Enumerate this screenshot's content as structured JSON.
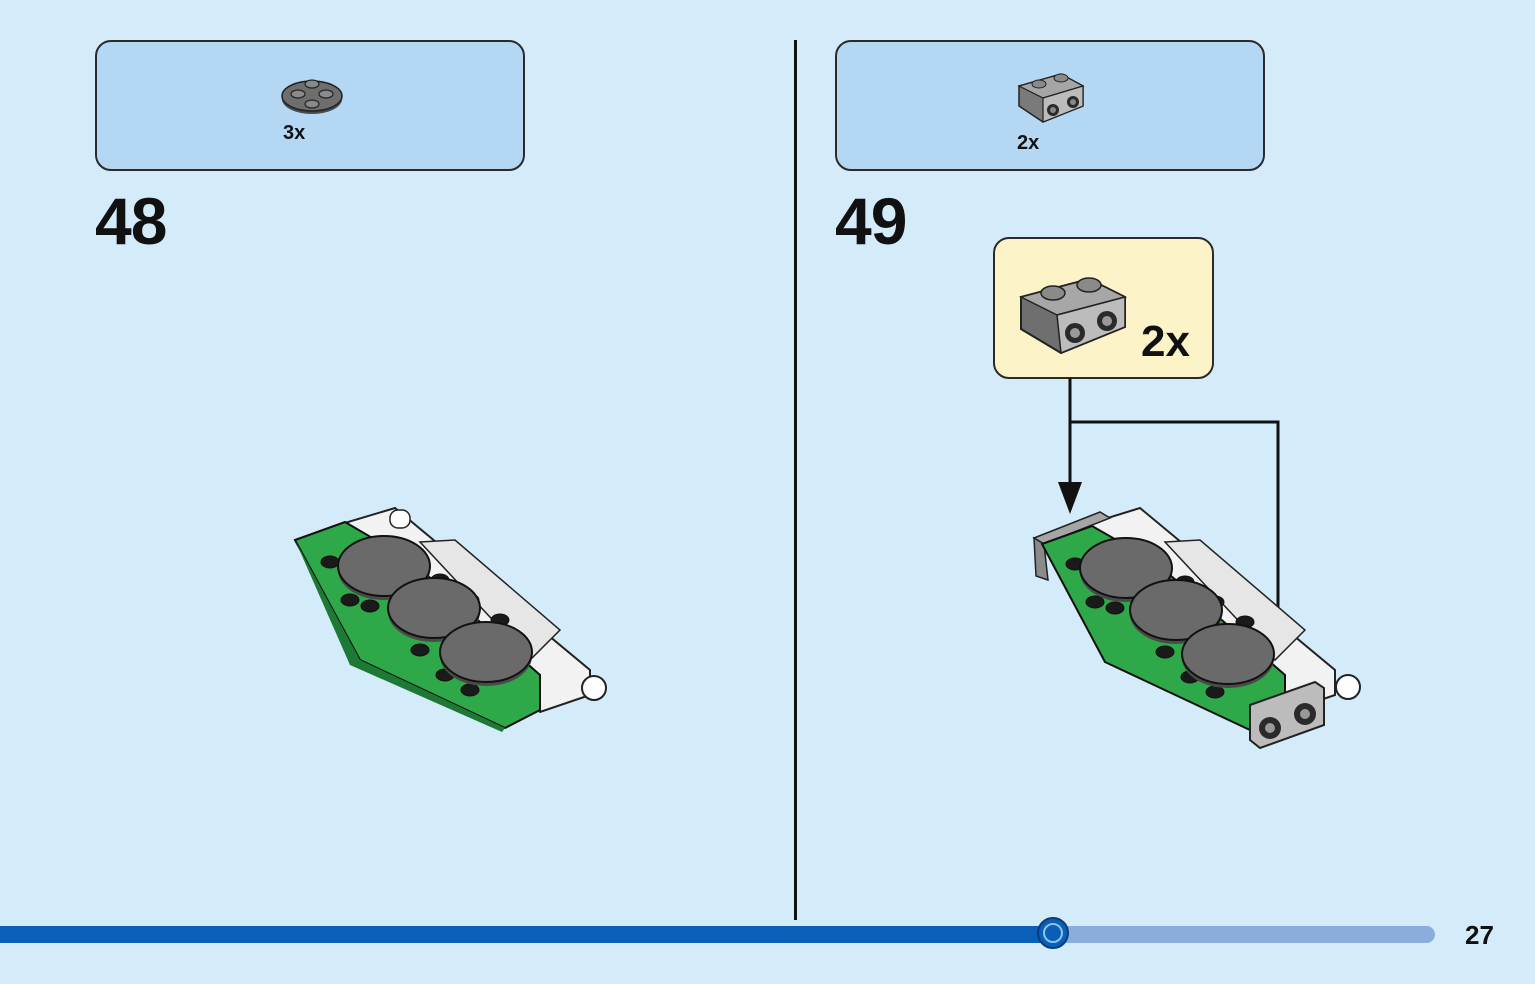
{
  "left_step": {
    "number": "48",
    "parts": [
      {
        "icon": "round-plate-2x2-icon",
        "quantity": "3x",
        "color": "#6b6b6b"
      }
    ]
  },
  "right_step": {
    "number": "49",
    "parts": [
      {
        "icon": "bracket-1x2-icon",
        "quantity": "2x",
        "color": "#9a9a9a"
      }
    ],
    "callout": {
      "quantity": "2x",
      "icon": "bracket-1x2-icon"
    }
  },
  "colors": {
    "background": "#d4ebfa",
    "parts_box": "#b4d8f4",
    "callout": "#fdf3c9",
    "model_green": "#2fa84a",
    "progress": "#0960b6"
  },
  "progress": {
    "value": 0.735
  },
  "page": {
    "number": "27"
  }
}
